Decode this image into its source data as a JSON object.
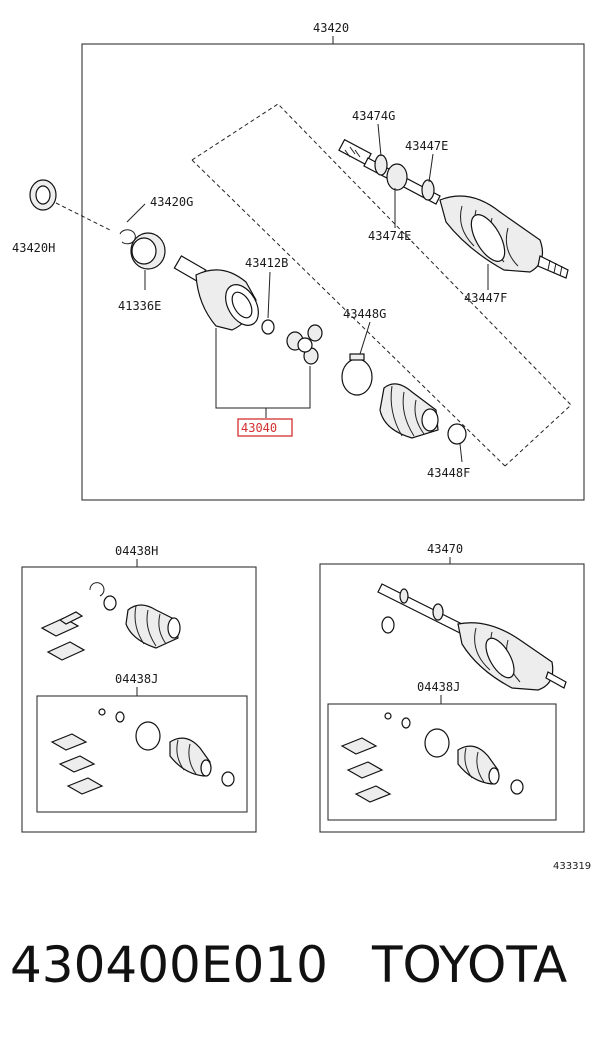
{
  "labels": {
    "main_assembly": "43420",
    "inboard_joint_assy": "43040",
    "outer_bracket": "43420H",
    "snap_ring_a": "43420G",
    "bearing_ring": "41336E",
    "snap_ring_b": "43412B",
    "clamp_inner": "43448G",
    "clamp_outer": "43448F",
    "damper_g": "43474G",
    "clamp_e": "43447E",
    "damper_e": "43474E",
    "clamp_f": "43447F",
    "boot_kit_h": "04438H",
    "boot_kit_j_left": "04438J",
    "outboard_assembly": "43470",
    "boot_kit_j_right": "04438J",
    "illustration_no": "433319"
  },
  "footer": {
    "part_number": "430400E010",
    "brand": "TOYOTA"
  },
  "colors": {
    "highlight": "#d32f2f",
    "line": "#222222"
  }
}
